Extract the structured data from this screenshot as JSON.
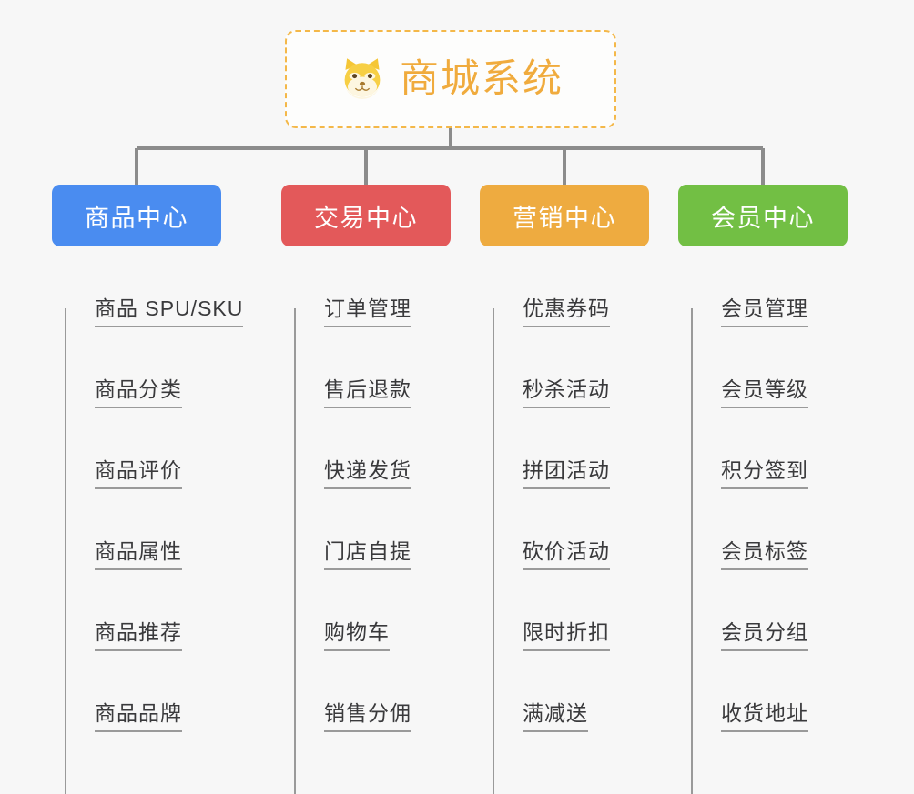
{
  "background_color": "#f7f7f7",
  "root": {
    "title": "商城系统",
    "icon": "shiba-dog-face-icon",
    "title_color": "#f0ab3d",
    "border_color": "#f4b849",
    "background_color": "#fdfdfc",
    "border_style": "dashed"
  },
  "connector_color": "#8c8c8c",
  "columns": [
    {
      "label": "商品中心",
      "color": "#4a8cf0",
      "text_color": "#ffffff",
      "items": [
        {
          "label": "商品 SPU/SKU"
        },
        {
          "label": "商品分类"
        },
        {
          "label": "商品评价"
        },
        {
          "label": "商品属性"
        },
        {
          "label": "商品推荐"
        },
        {
          "label": "商品品牌"
        }
      ]
    },
    {
      "label": "交易中心",
      "color": "#e3595a",
      "text_color": "#ffffff",
      "items": [
        {
          "label": "订单管理"
        },
        {
          "label": "售后退款"
        },
        {
          "label": "快递发货"
        },
        {
          "label": "门店自提"
        },
        {
          "label": "购物车"
        },
        {
          "label": "销售分佣"
        }
      ]
    },
    {
      "label": "营销中心",
      "color": "#eeab40",
      "text_color": "#ffffff",
      "items": [
        {
          "label": "优惠券码"
        },
        {
          "label": "秒杀活动"
        },
        {
          "label": "拼团活动"
        },
        {
          "label": "砍价活动"
        },
        {
          "label": "限时折扣"
        },
        {
          "label": "满减送"
        }
      ]
    },
    {
      "label": "会员中心",
      "color": "#72bf44",
      "text_color": "#ffffff",
      "items": [
        {
          "label": "会员管理"
        },
        {
          "label": "会员等级"
        },
        {
          "label": "积分签到"
        },
        {
          "label": "会员标签"
        },
        {
          "label": "会员分组"
        },
        {
          "label": "收货地址"
        }
      ]
    }
  ]
}
